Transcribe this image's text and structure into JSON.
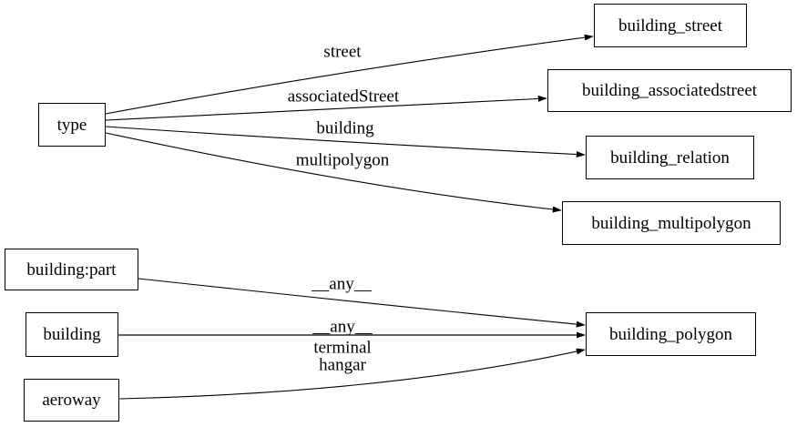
{
  "diagram": {
    "kind": "directed-graph",
    "nodes": [
      {
        "id": "type",
        "label": "type"
      },
      {
        "id": "building_street",
        "label": "building_street"
      },
      {
        "id": "building_associatedstreet",
        "label": "building_associatedstreet"
      },
      {
        "id": "building_relation",
        "label": "building_relation"
      },
      {
        "id": "building_multipolygon",
        "label": "building_multipolygon"
      },
      {
        "id": "building:part",
        "label": "building:part"
      },
      {
        "id": "building",
        "label": "building"
      },
      {
        "id": "aeroway",
        "label": "aeroway"
      },
      {
        "id": "building_polygon",
        "label": "building_polygon"
      }
    ],
    "edges": [
      {
        "from": "type",
        "to": "building_street",
        "label": "street"
      },
      {
        "from": "type",
        "to": "building_associatedstreet",
        "label": "associatedStreet"
      },
      {
        "from": "type",
        "to": "building_relation",
        "label": "building"
      },
      {
        "from": "type",
        "to": "building_multipolygon",
        "label": "multipolygon"
      },
      {
        "from": "building:part",
        "to": "building_polygon",
        "label": "__any__"
      },
      {
        "from": "building",
        "to": "building_polygon",
        "label": "__any__"
      },
      {
        "from": "aeroway",
        "to": "building_polygon",
        "label": "terminal\nhangar"
      }
    ],
    "colors": {
      "background": "#ffffff",
      "node_border": "#000000",
      "edge": "#000000",
      "text": "#000000"
    }
  }
}
